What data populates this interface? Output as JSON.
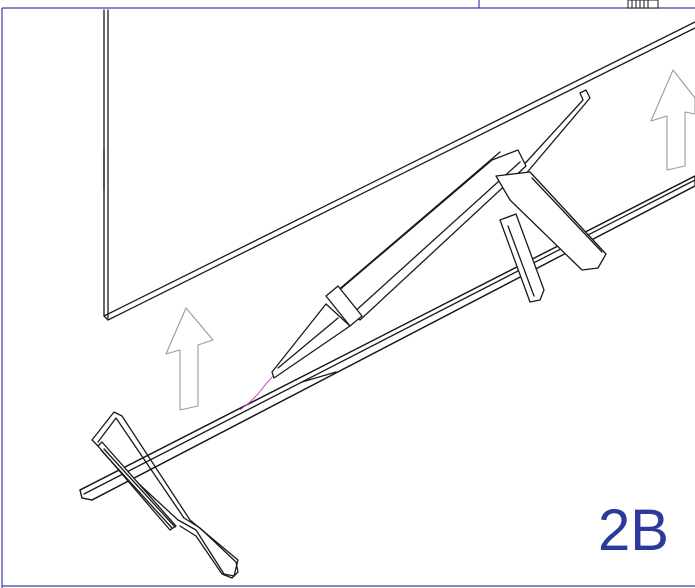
{
  "figure": {
    "step_label": "2B",
    "colors": {
      "frame": "#3b3fa8",
      "label": "#2d3a9c",
      "line_art": "#1a1a1a",
      "arrows": "#9a9a9a",
      "caulk_bead": "#c04dc0"
    },
    "parts": [
      "panel",
      "rail-strip",
      "caulking-gun",
      "hacksaw",
      "up-arrow-left",
      "up-arrow-right"
    ]
  }
}
